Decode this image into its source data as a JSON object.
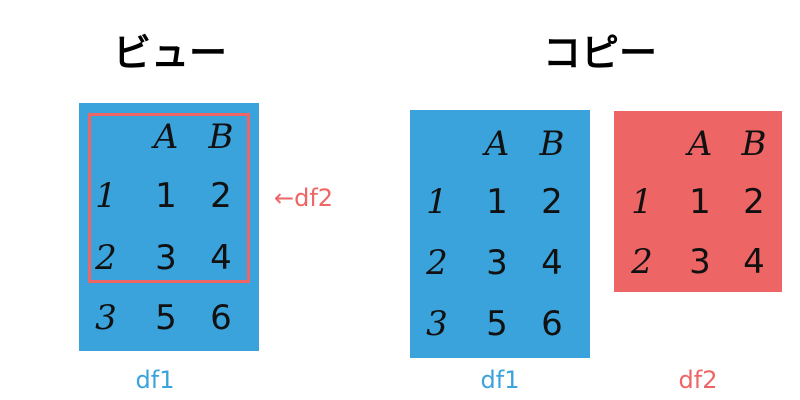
{
  "colors": {
    "blue": "#3ba3dc",
    "red": "#ee6565",
    "text": "#111111"
  },
  "headings": {
    "view": "ビュー",
    "copy": "コピー"
  },
  "view_arrow_label": "←df2",
  "dataframes": {
    "df1": {
      "name": "df1",
      "columns": [
        "A",
        "B"
      ],
      "index": [
        "1",
        "2",
        "3"
      ],
      "rows": [
        [
          "1",
          "2"
        ],
        [
          "3",
          "4"
        ],
        [
          "5",
          "6"
        ]
      ]
    },
    "df2": {
      "name": "df2",
      "columns": [
        "A",
        "B"
      ],
      "index": [
        "1",
        "2"
      ],
      "rows": [
        [
          "1",
          "2"
        ],
        [
          "3",
          "4"
        ]
      ]
    }
  }
}
